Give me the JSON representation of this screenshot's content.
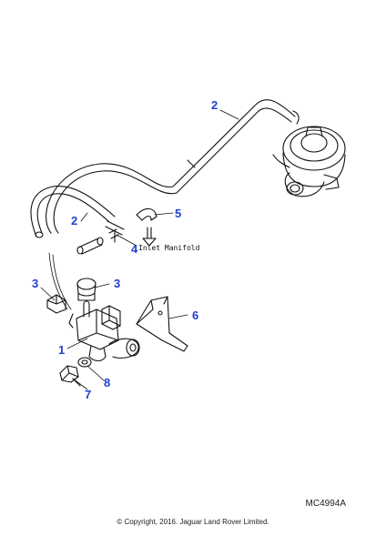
{
  "diagram": {
    "callouts": [
      "2",
      "2",
      "3",
      "3",
      "1",
      "4",
      "5",
      "6",
      "7",
      "8"
    ],
    "inlet_label": "Inlet Manifold",
    "ref_code": "MC4994A",
    "copyright": "© Copyright, 2016. Jaguar Land Rover Limited."
  },
  "colors": {
    "callout": "#1f3fd0",
    "line": "#111111"
  }
}
